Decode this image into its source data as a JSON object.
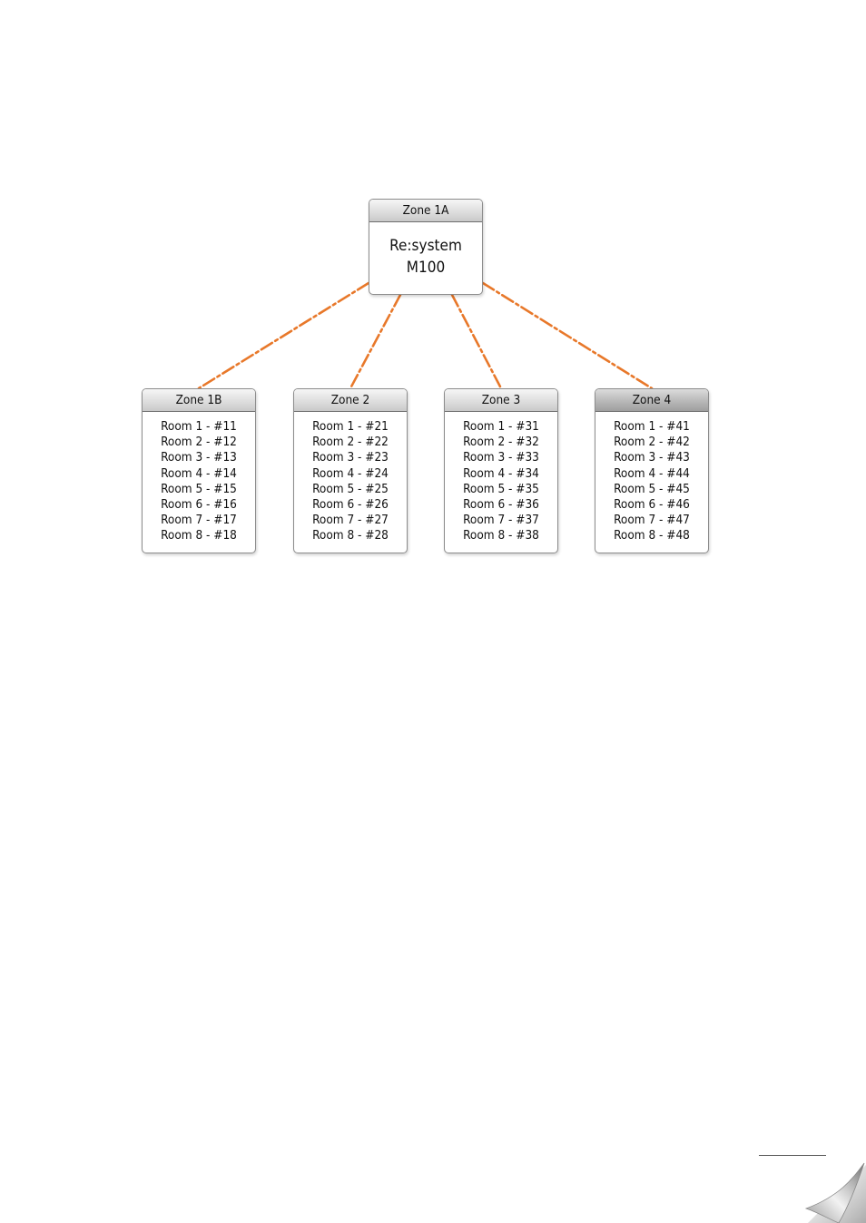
{
  "hub": {
    "header": "Zone 1A",
    "line1": "Re:system",
    "line2": "M100"
  },
  "zones": [
    {
      "header": "Zone 1B",
      "rooms": [
        "Room 1 - #11",
        "Room 2 - #12",
        "Room 3 - #13",
        "Room 4 - #14",
        "Room 5 - #15",
        "Room 6 - #16",
        "Room 7 - #17",
        "Room 8 - #18"
      ]
    },
    {
      "header": "Zone 2",
      "rooms": [
        "Room 1 - #21",
        "Room 2 - #22",
        "Room 3 - #23",
        "Room 4 - #24",
        "Room 5 - #25",
        "Room 6 - #26",
        "Room 7 - #27",
        "Room 8 - #28"
      ]
    },
    {
      "header": "Zone 3",
      "rooms": [
        "Room 1 - #31",
        "Room 2 - #32",
        "Room 3 - #33",
        "Room 4 - #34",
        "Room 5 - #35",
        "Room 6 - #36",
        "Room 7 - #37",
        "Room 8 - #38"
      ]
    },
    {
      "header": "Zone 4",
      "rooms": [
        "Room 1 - #41",
        "Room 2 - #42",
        "Room 3 - #43",
        "Room 4 - #44",
        "Room 5 - #45",
        "Room 6 - #46",
        "Room 7 - #47",
        "Room 8 - #48"
      ]
    }
  ],
  "colors": {
    "connector": "#e8782a",
    "border": "#8c8c8c"
  },
  "icons": {
    "page_corner": "page-curl-icon"
  }
}
